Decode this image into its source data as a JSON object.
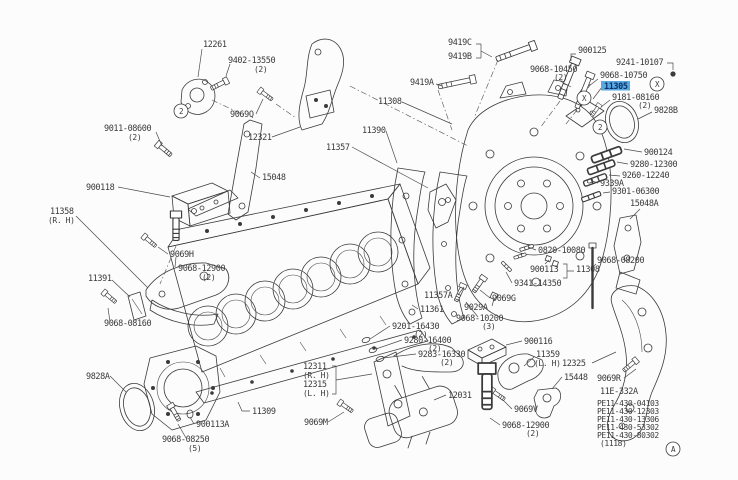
{
  "page": {
    "type": "parts-catalog-exploded-diagram",
    "background": "#fcfcfc",
    "ink_color": "#3b3b3b",
    "highlight_color": "#58a8e2",
    "highlighted_part": "11305"
  },
  "labels": [
    {
      "text": "12261"
    },
    {
      "text": "9402-13550"
    },
    {
      "text": "(2)"
    },
    {
      "text": "9069Q"
    },
    {
      "text": "12321"
    },
    {
      "text": "11357"
    },
    {
      "text": "15048"
    },
    {
      "text": "9011-08600"
    },
    {
      "text": "(2)"
    },
    {
      "text": "900118"
    },
    {
      "text": "11358"
    },
    {
      "text": "(R. H)"
    },
    {
      "text": "9069H"
    },
    {
      "text": "9068-12900"
    },
    {
      "text": "(2)"
    },
    {
      "text": "11391"
    },
    {
      "text": "9068-08160"
    },
    {
      "text": "9828A"
    },
    {
      "text": "900113A"
    },
    {
      "text": "11309"
    },
    {
      "text": "9068-08250"
    },
    {
      "text": "(5)"
    },
    {
      "text": "12311"
    },
    {
      "text": "(R. H)"
    },
    {
      "text": "12315"
    },
    {
      "text": "(L. H)"
    },
    {
      "text": "9069M"
    },
    {
      "text": "9201-16430"
    },
    {
      "text": "(2)"
    },
    {
      "text": "9280-16400"
    },
    {
      "text": "(2)"
    },
    {
      "text": "9283-16330"
    },
    {
      "text": "(2)"
    },
    {
      "text": "12031"
    },
    {
      "text": "900116"
    },
    {
      "text": "11359"
    },
    {
      "text": "(L. H)"
    },
    {
      "text": "12325"
    },
    {
      "text": "15448"
    },
    {
      "text": "9069V"
    },
    {
      "text": "9068-12900"
    },
    {
      "text": "(2)"
    },
    {
      "text": "9069R"
    },
    {
      "text": "15048A"
    },
    {
      "text": "9068-08200"
    },
    {
      "text": "0820-10080"
    },
    {
      "text": "900113"
    },
    {
      "text": "11308"
    },
    {
      "text": "9341-14350"
    },
    {
      "text": "9069G"
    },
    {
      "text": "9029A"
    },
    {
      "text": "9068-10200"
    },
    {
      "text": "(3)"
    },
    {
      "text": "11357A"
    },
    {
      "text": "11361"
    },
    {
      "text": "11308"
    },
    {
      "text": "11390"
    },
    {
      "text": "9419C"
    },
    {
      "text": "9419B"
    },
    {
      "text": "9419A"
    },
    {
      "text": "9068-10450"
    },
    {
      "text": "(2)"
    },
    {
      "text": "900125"
    },
    {
      "text": "9241-10107"
    },
    {
      "text": "9068-10750"
    },
    {
      "text": "11305"
    },
    {
      "text": "9181-08160"
    },
    {
      "text": "(2)"
    },
    {
      "text": "9828B"
    },
    {
      "text": "900124"
    },
    {
      "text": "9280-12300"
    },
    {
      "text": "9260-12240"
    },
    {
      "text": "9339A"
    },
    {
      "text": "9301-06300"
    }
  ],
  "callouts": [
    {
      "symbol": "2"
    },
    {
      "symbol": "2"
    },
    {
      "symbol": "X"
    },
    {
      "symbol": "X"
    },
    {
      "symbol": "A"
    }
  ],
  "ref_block": {
    "figure_code": "11E-332A",
    "part_numbers": [
      "PE11-430-04103",
      "PE11-430-12303",
      "PE11-430-13306",
      "PE11-430-53302",
      "PE11-430-80302"
    ],
    "note": "(1118)"
  }
}
